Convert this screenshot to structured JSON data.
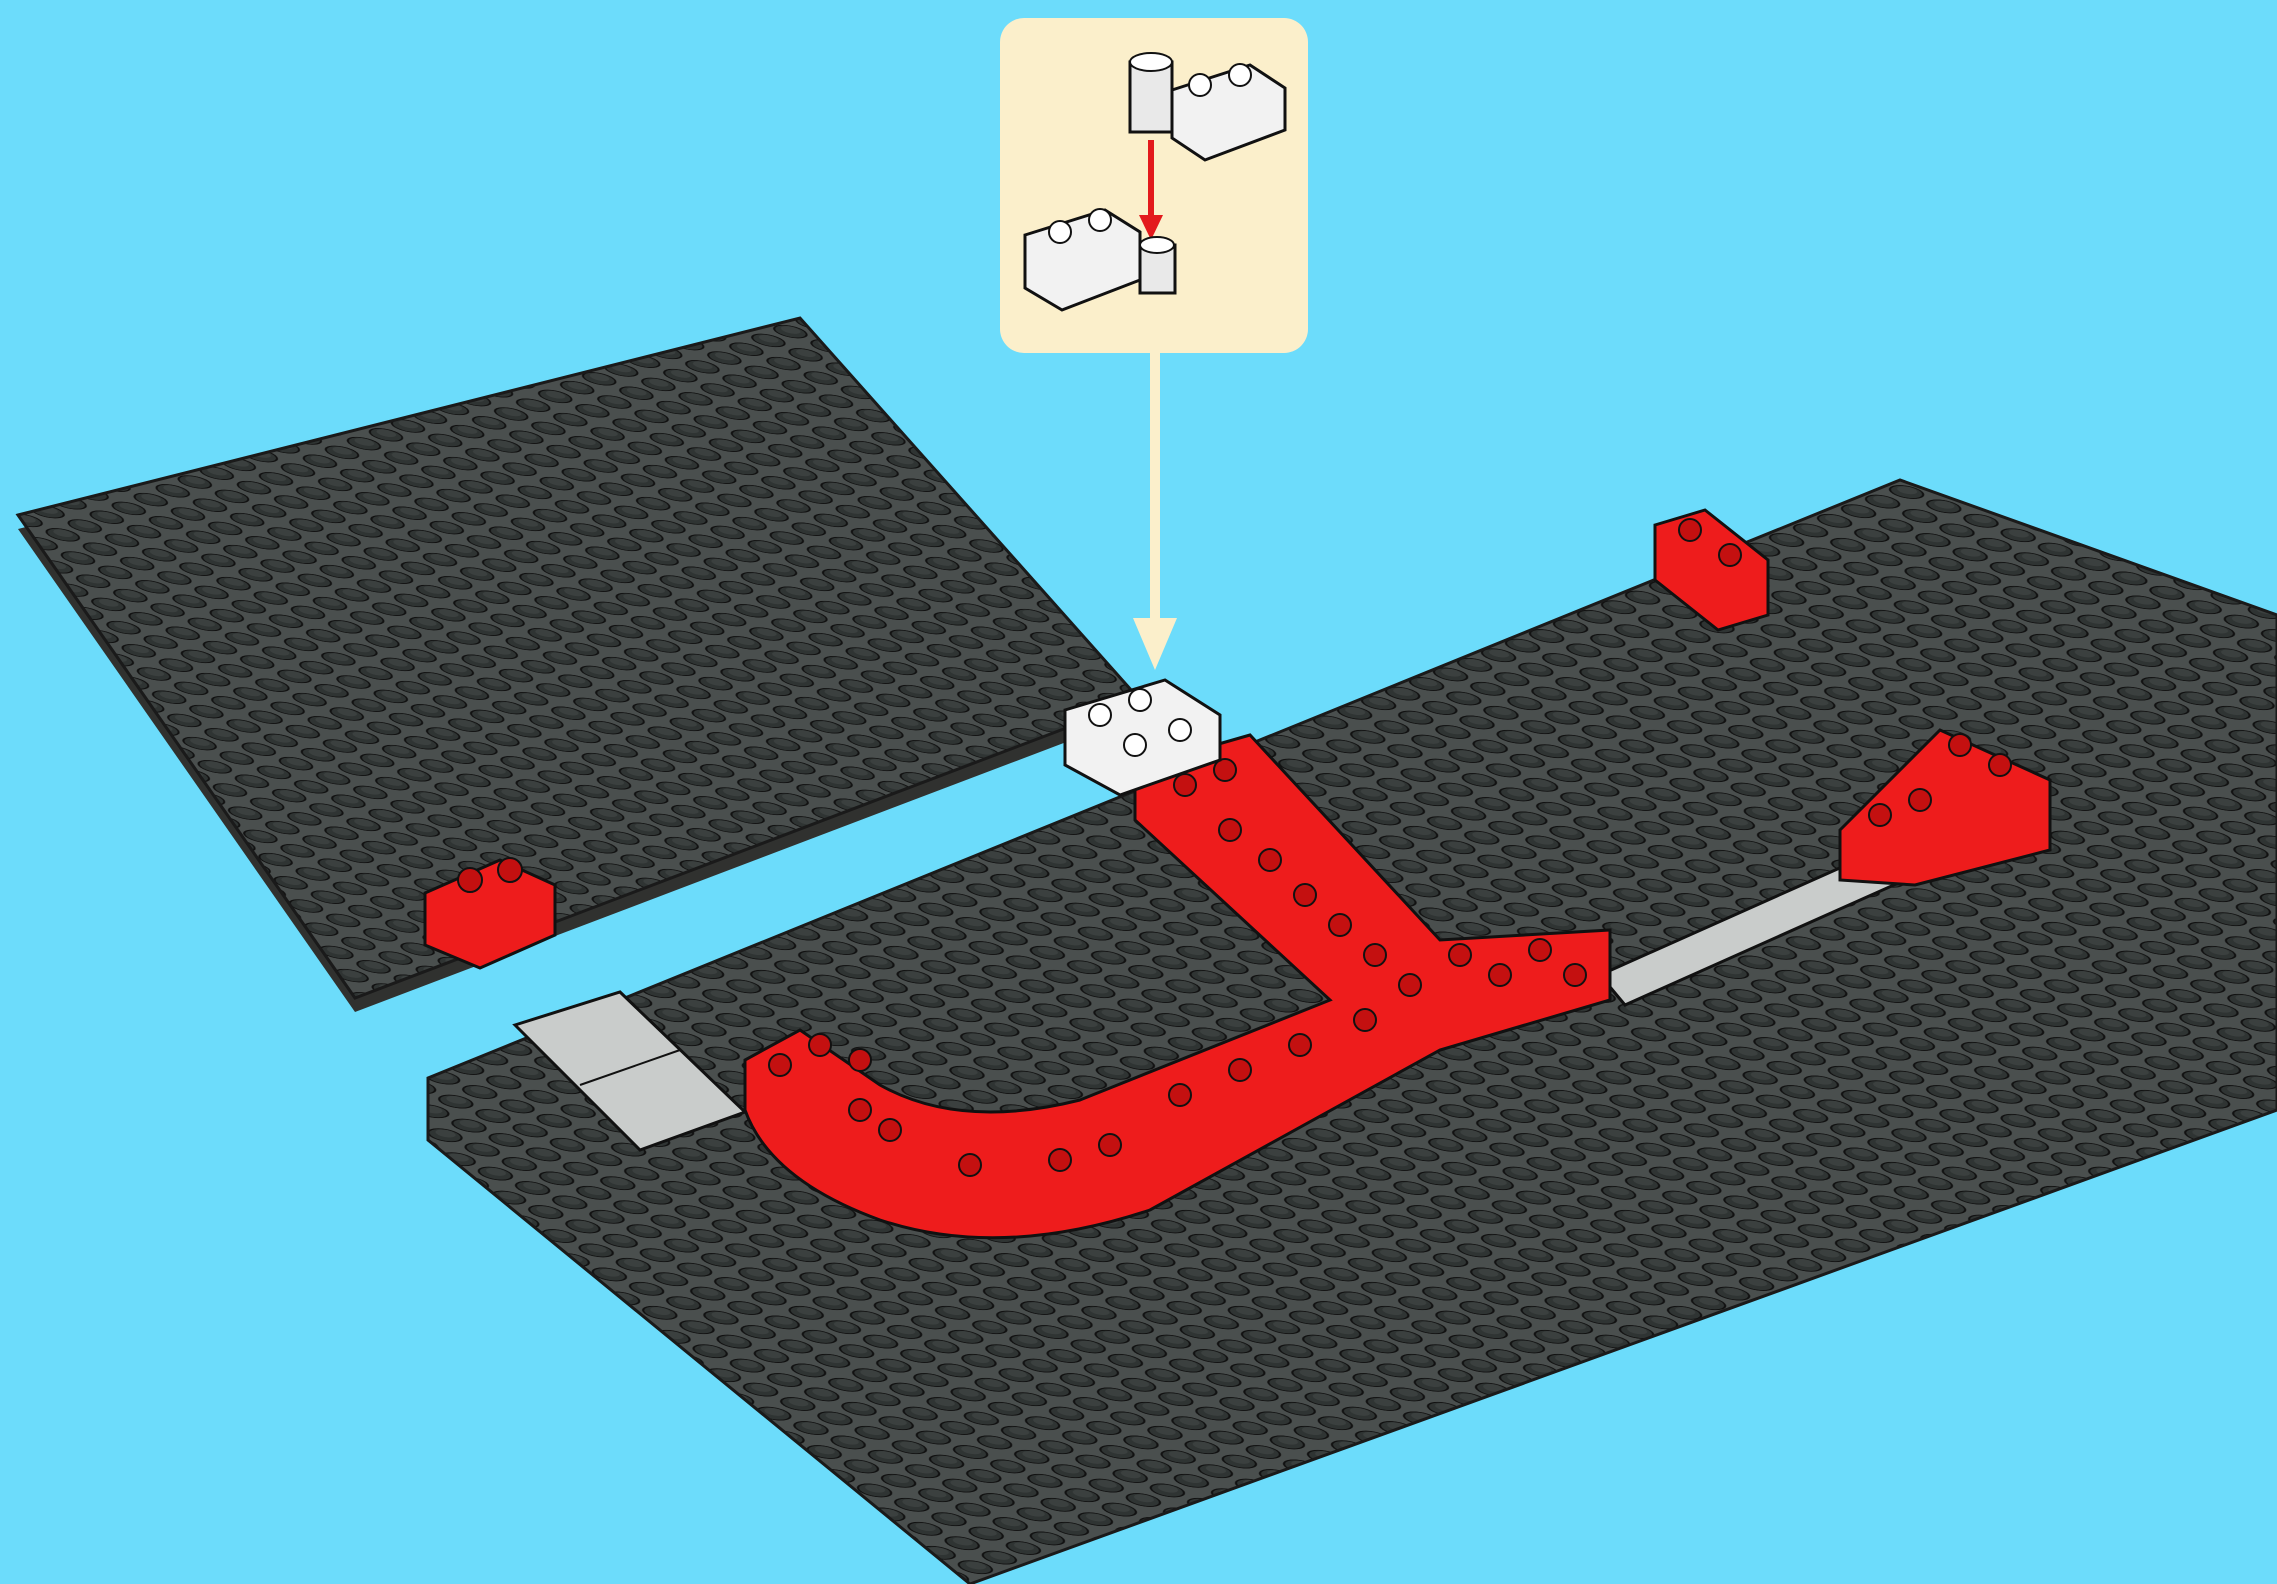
{
  "scene": {
    "background_color": "#6cdcfb",
    "baseplate_color": "#4a4f4e",
    "stud_color": "#2f3433",
    "brick_red": "#ee1c1c",
    "brick_white": "#f2f2f2",
    "tile_gray": "#c9cccb",
    "callout_color": "#fbefcb",
    "arrow_red": "#e3191c"
  },
  "callout": {
    "parts": [
      "hinge-brick-top",
      "hinge-brick-bottom"
    ],
    "arrow": "insert-down-arrow"
  }
}
